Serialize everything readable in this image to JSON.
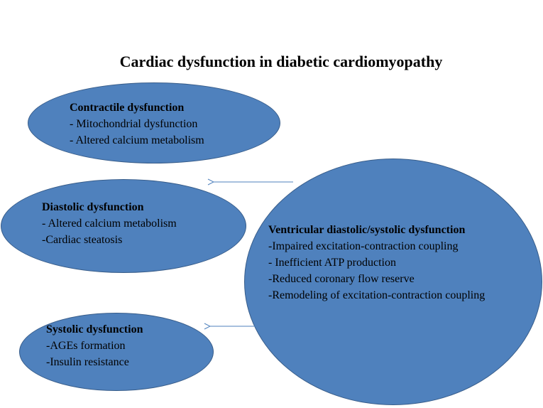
{
  "title": "Cardiac dysfunction in diabetic cardiomyopathy",
  "colors": {
    "ellipse_fill": "#4f81bd",
    "ellipse_stroke": "#385d8a",
    "arrow": "#4f81bd"
  },
  "nodes": {
    "contractile": {
      "heading": "Contractile dysfunction",
      "items": [
        "- Mitochondrial dysfunction",
        "- Altered calcium metabolism"
      ]
    },
    "diastolic": {
      "heading": "Diastolic dysfunction",
      "items": [
        "- Altered calcium metabolism",
        "-Cardiac steatosis"
      ]
    },
    "systolic": {
      "heading": "Systolic dysfunction",
      "items": [
        "-AGEs formation",
        "-Insulin resistance"
      ]
    },
    "ventricular": {
      "heading": "Ventricular diastolic/systolic dysfunction",
      "items": [
        "-Impaired excitation-contraction coupling",
        "- Inefficient ATP production",
        "-Reduced coronary flow reserve",
        "-Remodeling of excitation-contraction coupling"
      ]
    }
  },
  "edges": [
    {
      "from": "ventricular",
      "to": "diastolic"
    },
    {
      "from": "ventricular",
      "to": "systolic"
    }
  ]
}
